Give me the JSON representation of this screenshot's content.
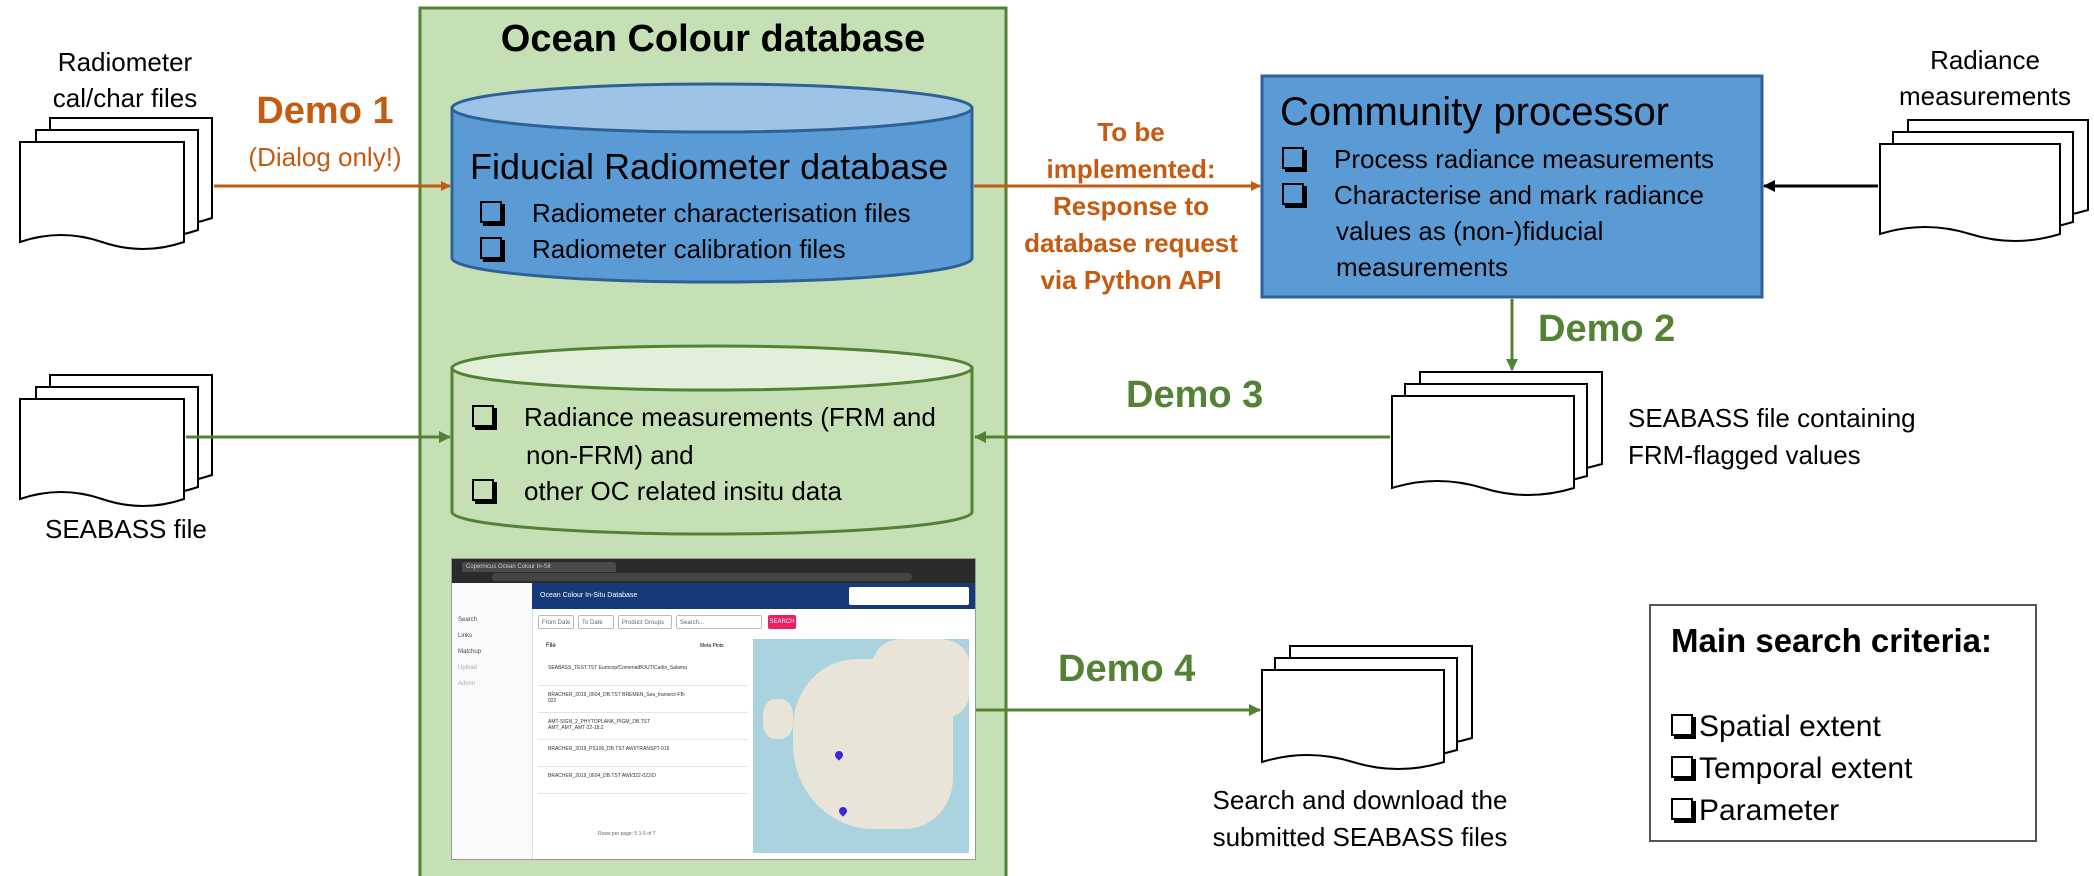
{
  "db": {
    "title": "Ocean Colour database",
    "fiducial": {
      "title": "Fiducial Radiometer database",
      "items": [
        "Radiometer characterisation files",
        "Radiometer calibration files"
      ]
    },
    "insitu": {
      "line1": "Radiance measurements (FRM and",
      "line2": "non-FRM) and",
      "line3": "other OC related insitu data"
    }
  },
  "inputs": {
    "radiometer_files": [
      "Radiometer",
      "cal/char files"
    ],
    "seabass_file": "SEABASS file",
    "radiance_measurements": [
      "Radiance",
      "measurements"
    ]
  },
  "demos": {
    "demo1": "Demo 1",
    "demo1_note": "(Dialog only!)",
    "demo2": "Demo 2",
    "demo3": "Demo 3",
    "demo4": "Demo 4"
  },
  "tobe": [
    "To be",
    "implemented:",
    "Response to",
    "database request",
    "via Python API"
  ],
  "processor": {
    "title": "Community processor",
    "items": [
      "Process radiance measurements",
      "Characterise and mark radiance"
    ],
    "cont": [
      "values as (non-)fiducial",
      "measurements"
    ]
  },
  "seabass_output": [
    "SEABASS file containing",
    "FRM-flagged values"
  ],
  "download": [
    "Search and download the",
    "submitted SEABASS files"
  ],
  "criteria": {
    "title": "Main search criteria:",
    "items": [
      "Spatial extent",
      "Temporal extent",
      "Parameter"
    ]
  },
  "screenshot": {
    "tab": "Copernicus Ocean Colour In-Sit",
    "header": "Ocean Colour In-Situ Database",
    "side_items": [
      "Search",
      "Links",
      "Matchup",
      "Upload",
      "Admin"
    ],
    "filters": [
      "From Date",
      "To Date",
      "Product Groups",
      "Search..."
    ],
    "search_btn": "SEARCH",
    "col_file": "File",
    "col_actions": "Meta Plots",
    "rows": [
      "SEABASS_TEST.TST Eurocop/ComenatBOUT/Carlin_Salama",
      "BRACHER_2019_0604_DB.TST BREMEN_Sea_transect-FB-022",
      "AMT-SIGN_2_PHYTOPLANK_PIGM_DB.TST AMT_AMT_AMT-22-18.2",
      "BRACHER_2019_PS106_DB.TST AWI/TRANSPT-016",
      "BRACHER_2019_0604_DB.TST AWI/322-022/D"
    ],
    "pager": "Rows per page: 5   1-5 of 7"
  },
  "colors": {
    "db_fill": "#c5e0b4",
    "db_border": "#548235",
    "cyl_blue": "#5b9bd5",
    "cyl_blue_top": "#9dc3e6",
    "orange": "#c55a11",
    "green": "#548235",
    "processor_fill": "#5b9bd5"
  }
}
